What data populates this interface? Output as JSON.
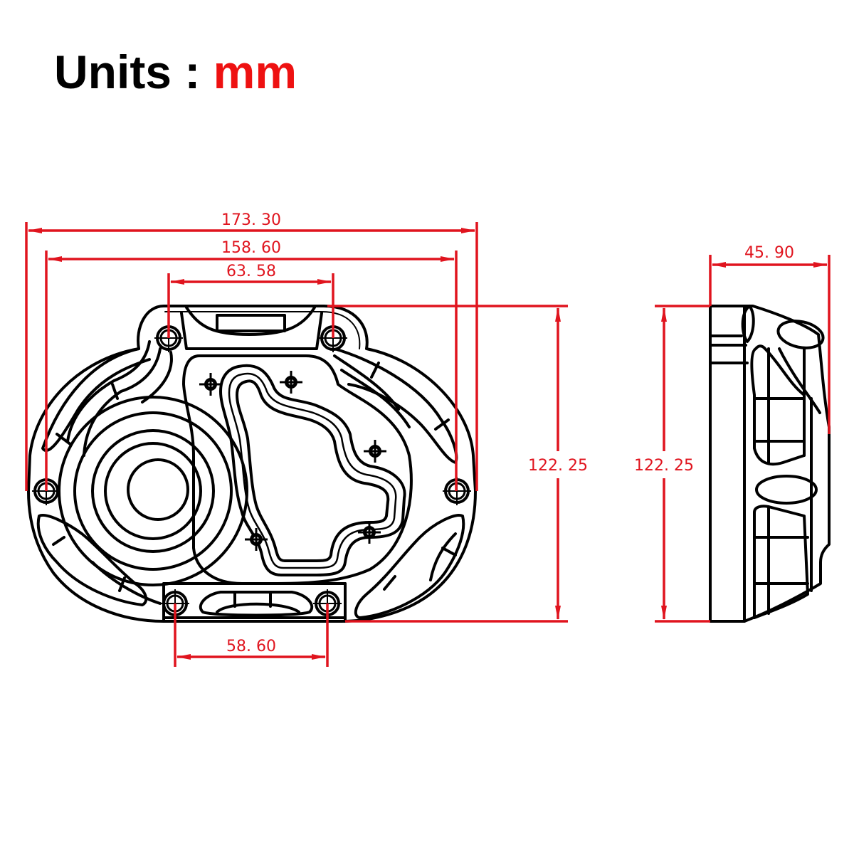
{
  "title": {
    "label": "Units :",
    "unit": "mm",
    "unit_color": "#ee1111"
  },
  "colors": {
    "outline": "#000000",
    "dimension": "#e0141e"
  },
  "front_view": {
    "dimensions": {
      "overall_width": "173. 30",
      "outer_bolt_span": "158. 60",
      "top_bolt_span": "63. 58",
      "bottom_bolt_span": "58. 60",
      "height": "122. 25"
    }
  },
  "side_view": {
    "dimensions": {
      "depth": "45. 90",
      "height": "122. 25"
    }
  }
}
